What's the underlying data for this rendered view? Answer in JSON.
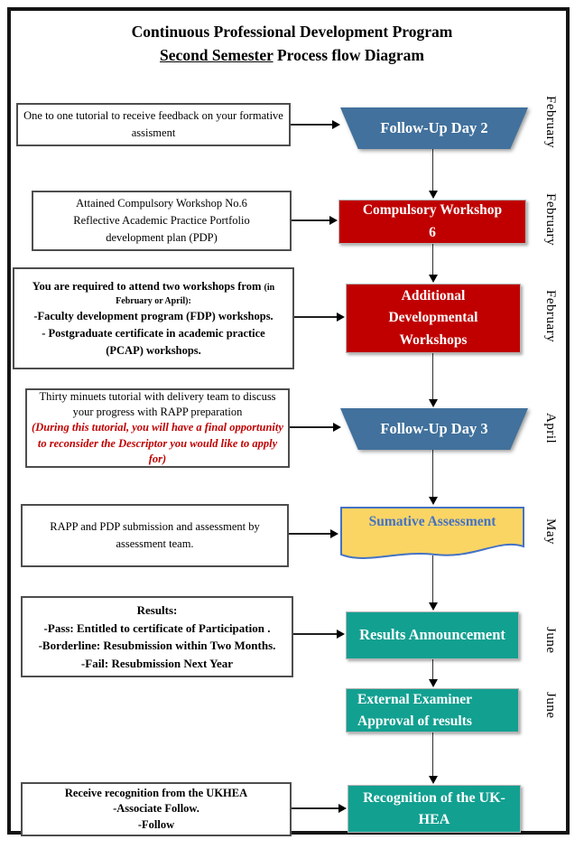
{
  "title": {
    "line1": "Continuous Professional Development Program",
    "line2_underline": "Second Semester",
    "line2_rest": " Process flow Diagram"
  },
  "months": [
    "February",
    "February",
    "February",
    "April",
    "May",
    "June",
    "June"
  ],
  "notes": {
    "r1": "One to one tutorial to receive feedback on your formative assisment",
    "r2_l1": "Attained  Compulsory Workshop No.6",
    "r2_l2": "Reflective Academic Practice Portfolio",
    "r2_l3": "development plan (PDP)",
    "r3_main": "You are required to attend two workshops from ",
    "r3_small1": "(in",
    "r3_small2": "February or April):",
    "r3_l2": "-Faculty development program (FDP) workshops.",
    "r3_l3": "- Postgraduate certificate in academic practice",
    "r3_l4": "(PCAP) workshops.",
    "r4_black": "Thirty minuets tutorial with delivery team to discuss your progress with RAPP preparation",
    "r4_red": "(During this tutorial, you will have a final opportunity to reconsider the Descriptor you would like to apply for)",
    "r5": "RAPP and PDP submission and assessment by assessment team.",
    "r6_l1": "Results:",
    "r6_l2": "-Pass: Entitled to certificate of Participation .",
    "r6_l3": "-Borderline: Resubmission within Two Months.",
    "r6_l4": "-Fail: Resubmission Next Year",
    "r8_l1": "Receive recognition from the UKHEA",
    "r8_l2": "-Associate Follow.",
    "r8_l3": "-Follow"
  },
  "shapes": {
    "s1": "Follow-Up Day 2",
    "s2_l1": "Compulsory Workshop",
    "s2_l2": "6",
    "s3_l1": "Additional",
    "s3_l2": "Developmental",
    "s3_l3": "Workshops",
    "s4": "Follow-Up Day 3",
    "s5": "Sumative Assessment",
    "s6": "Results Announcement",
    "s7_l1": "External Examiner",
    "s7_l2": "Approval of results",
    "s8": "Recognition of the UK-HEA"
  },
  "colors": {
    "process_blue": "#41719C",
    "workshop_red": "#C00000",
    "result_teal": "#12A091",
    "assessment_yellow": "#FBD564",
    "assessment_border_blue": "#4472C4",
    "note_highlight_red": "#C00000"
  }
}
